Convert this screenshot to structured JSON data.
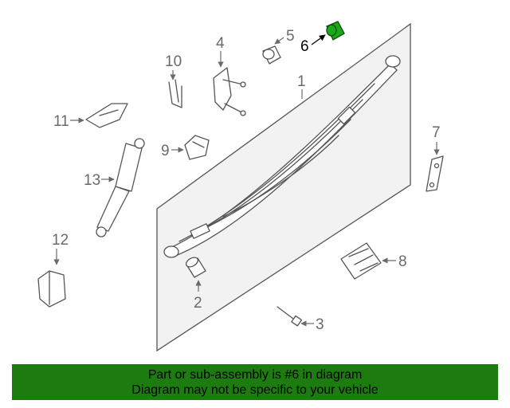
{
  "colors": {
    "highlight": "#1aa81a",
    "banner": "#1c7c10",
    "outline": "#555555",
    "panel": "#f2f2f2"
  },
  "callouts": {
    "n1": "1",
    "n2": "2",
    "n3": "3",
    "n4": "4",
    "n5": "5",
    "n6": "6",
    "n7": "7",
    "n8": "8",
    "n9": "9",
    "n10": "10",
    "n11": "11",
    "n12": "12",
    "n13": "13"
  },
  "highlighted_part": "6",
  "banner": {
    "line1": "Part or sub-assembly is #6 in diagram",
    "line2": "Diagram may not be specific to your vehicle"
  }
}
